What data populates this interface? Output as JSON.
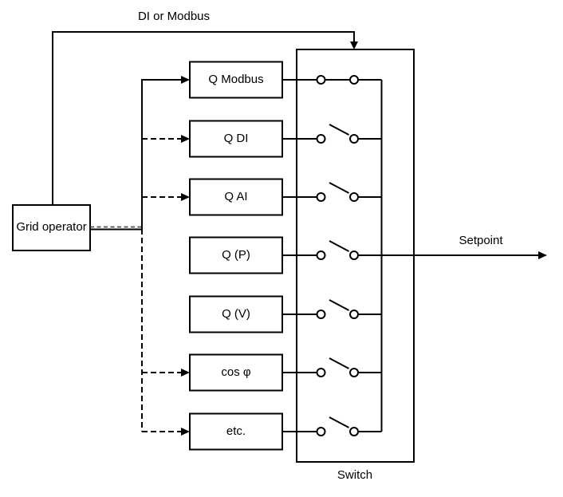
{
  "diagram": {
    "top_label": "DI or Modbus",
    "grid_operator": {
      "label": "Grid operator"
    },
    "sources": [
      {
        "label": "Q Modbus",
        "input_from_grid_operator": "solid-arrow",
        "switch_state": "closed"
      },
      {
        "label": "Q DI",
        "input_from_grid_operator": "dashed-arrow",
        "switch_state": "open"
      },
      {
        "label": "Q AI",
        "input_from_grid_operator": "dashed-arrow",
        "switch_state": "open"
      },
      {
        "label": "Q (P)",
        "input_from_grid_operator": "none",
        "switch_state": "open"
      },
      {
        "label": "Q (V)",
        "input_from_grid_operator": "none",
        "switch_state": "open"
      },
      {
        "label": "cos φ",
        "input_from_grid_operator": "dashed-arrow",
        "switch_state": "open"
      },
      {
        "label": "etc.",
        "input_from_grid_operator": "dashed-arrow",
        "switch_state": "open"
      }
    ],
    "switch_label": "Switch",
    "output_label": "Setpoint",
    "colors": {
      "line": "#000000",
      "background": "#ffffff"
    }
  }
}
